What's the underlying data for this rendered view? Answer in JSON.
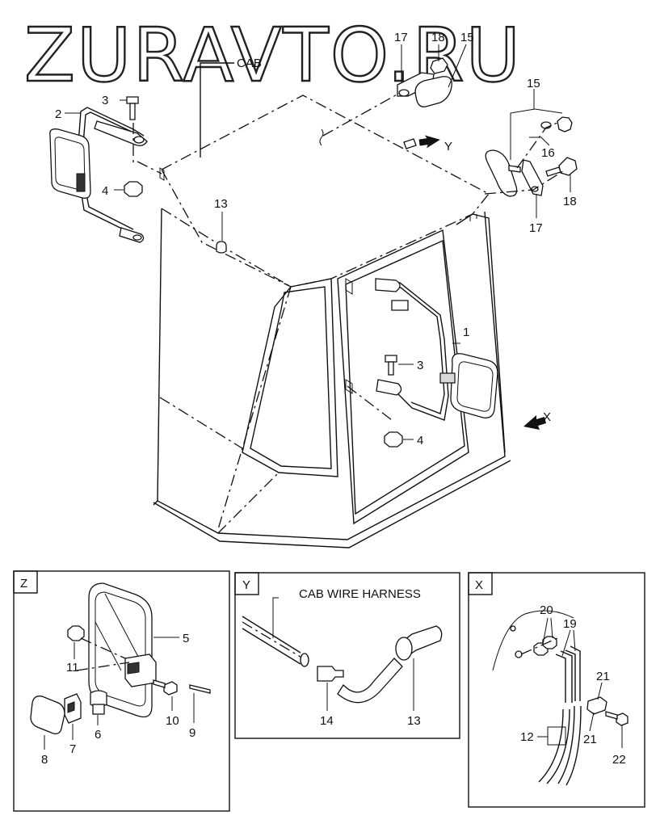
{
  "watermark": "ZURAVTO.RU",
  "labels": {
    "cab": "CAB",
    "view_y_arrow": "Y",
    "view_x_arrow": "X",
    "cab_wire_harness": "CAB WIRE HARNESS"
  },
  "panels": {
    "z": "Z",
    "y": "Y",
    "x": "X"
  },
  "callouts": {
    "c1": "1",
    "c2": "2",
    "c3_left": "3",
    "c3_right": "3",
    "c4_left": "4",
    "c4_right": "4",
    "c5": "5",
    "c6": "6",
    "c7": "7",
    "c8": "8",
    "c9": "9",
    "c10": "10",
    "c11": "11",
    "c12": "12",
    "c13_top": "13",
    "c13_panel": "13",
    "c14": "14",
    "c15_top": "15",
    "c15_right": "15",
    "c16": "16",
    "c17_top": "17",
    "c17_right": "17",
    "c18_top": "18",
    "c18_right": "18",
    "c19": "19",
    "c20": "20",
    "c21_top": "21",
    "c21_bottom": "21",
    "c22": "22"
  },
  "colors": {
    "line": "#111111",
    "background": "#ffffff",
    "shade": "#d8d8d8"
  }
}
